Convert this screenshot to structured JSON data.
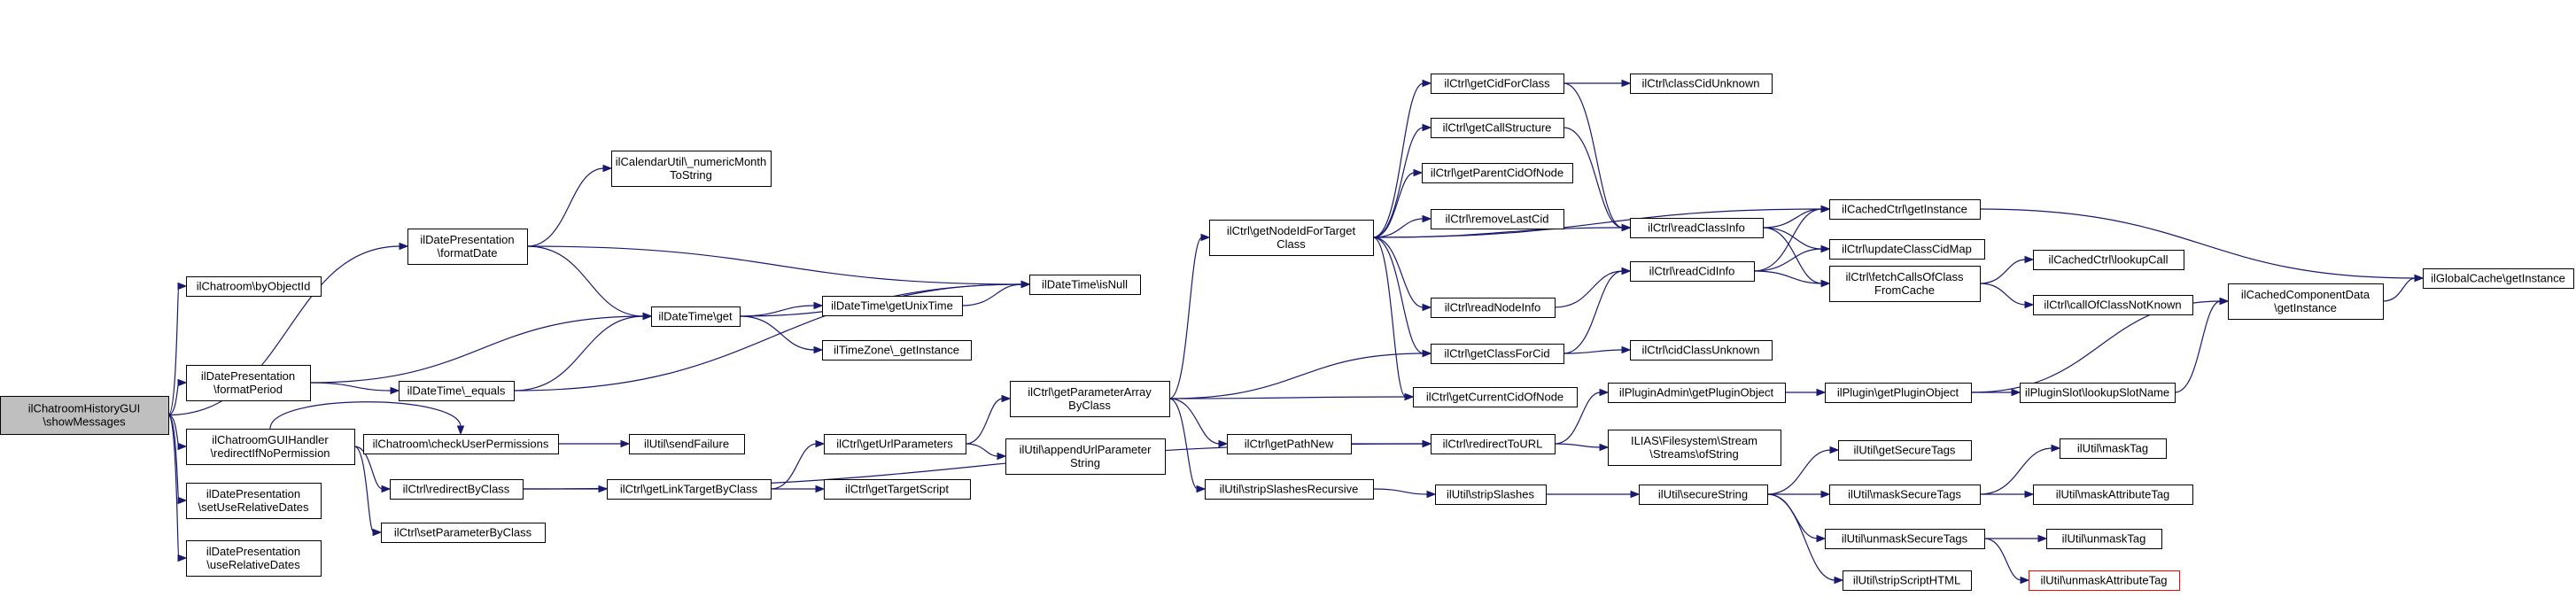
{
  "diagram": {
    "colors": {
      "edge": "#191970",
      "root_fill": "#bfbfbf",
      "node_fill": "#ffffff",
      "truncated_border": "#ff0000"
    },
    "nodes": [
      {
        "id": "root",
        "lines": [
          "ilChatroomHistoryGUI",
          "\\showMessages"
        ],
        "root": true
      },
      {
        "id": "byObjectId",
        "lines": [
          "ilChatroom\\byObjectId"
        ]
      },
      {
        "id": "formatDate",
        "lines": [
          "ilDatePresentation",
          "\\formatDate"
        ]
      },
      {
        "id": "numericMonth",
        "lines": [
          "ilCalendarUtil\\_numericMonth",
          "ToString"
        ]
      },
      {
        "id": "formatPeriod",
        "lines": [
          "ilDatePresentation",
          "\\formatPeriod"
        ]
      },
      {
        "id": "dtGet",
        "lines": [
          "ilDateTime\\get"
        ]
      },
      {
        "id": "dtEquals",
        "lines": [
          "ilDateTime\\_equals"
        ]
      },
      {
        "id": "isNull",
        "lines": [
          "ilDateTime\\isNull"
        ]
      },
      {
        "id": "getUnixTime",
        "lines": [
          "ilDateTime\\getUnixTime"
        ]
      },
      {
        "id": "tzGetInstance",
        "lines": [
          "ilTimeZone\\_getInstance"
        ]
      },
      {
        "id": "redirectIfNoPerm",
        "lines": [
          "ilChatroomGUIHandler",
          "\\redirectIfNoPermission"
        ]
      },
      {
        "id": "checkUserPerm",
        "lines": [
          "ilChatroom\\checkUserPermissions"
        ]
      },
      {
        "id": "sendFailure",
        "lines": [
          "ilUtil\\sendFailure"
        ]
      },
      {
        "id": "redirectByClass",
        "lines": [
          "ilCtrl\\redirectByClass"
        ]
      },
      {
        "id": "setParamByClass",
        "lines": [
          "ilCtrl\\setParameterByClass"
        ]
      },
      {
        "id": "setUseRelDates",
        "lines": [
          "ilDatePresentation",
          "\\setUseRelativeDates"
        ]
      },
      {
        "id": "useRelDates",
        "lines": [
          "ilDatePresentation",
          "\\useRelativeDates"
        ]
      },
      {
        "id": "getLinkTarget",
        "lines": [
          "ilCtrl\\getLinkTargetByClass"
        ]
      },
      {
        "id": "getUrlParams",
        "lines": [
          "ilCtrl\\getUrlParameters"
        ]
      },
      {
        "id": "getTargetScript",
        "lines": [
          "ilCtrl\\getTargetScript"
        ]
      },
      {
        "id": "appendUrlParam",
        "lines": [
          "ilUtil\\appendUrlParameter",
          "String"
        ]
      },
      {
        "id": "getParamArray",
        "lines": [
          "ilCtrl\\getParameterArray",
          "ByClass"
        ]
      },
      {
        "id": "getNodeId",
        "lines": [
          "ilCtrl\\getNodeIdForTarget",
          "Class"
        ]
      },
      {
        "id": "getPathNew",
        "lines": [
          "ilCtrl\\getPathNew"
        ]
      },
      {
        "id": "stripSlashesRec",
        "lines": [
          "ilUtil\\stripSlashesRecursive"
        ]
      },
      {
        "id": "stripSlashes",
        "lines": [
          "ilUtil\\stripSlashes"
        ]
      },
      {
        "id": "redirectToURL",
        "lines": [
          "ilCtrl\\redirectToURL"
        ]
      },
      {
        "id": "getCidForClass",
        "lines": [
          "ilCtrl\\getCidForClass"
        ]
      },
      {
        "id": "classCidUnknown",
        "lines": [
          "ilCtrl\\classCidUnknown"
        ]
      },
      {
        "id": "getCallStructure",
        "lines": [
          "ilCtrl\\getCallStructure"
        ]
      },
      {
        "id": "getParentCid",
        "lines": [
          "ilCtrl\\getParentCidOfNode"
        ]
      },
      {
        "id": "removeLastCid",
        "lines": [
          "ilCtrl\\removeLastCid"
        ]
      },
      {
        "id": "readNodeInfo",
        "lines": [
          "ilCtrl\\readNodeInfo"
        ]
      },
      {
        "id": "getClassForCid",
        "lines": [
          "ilCtrl\\getClassForCid"
        ]
      },
      {
        "id": "getCurrentCid",
        "lines": [
          "ilCtrl\\getCurrentCidOfNode"
        ]
      },
      {
        "id": "readClassInfo",
        "lines": [
          "ilCtrl\\readClassInfo"
        ]
      },
      {
        "id": "readCidInfo",
        "lines": [
          "ilCtrl\\readCidInfo"
        ]
      },
      {
        "id": "cidClassUnknown",
        "lines": [
          "ilCtrl\\cidClassUnknown"
        ]
      },
      {
        "id": "cachedGetInstance",
        "lines": [
          "ilCachedCtrl\\getInstance"
        ]
      },
      {
        "id": "updateClassCidMap",
        "lines": [
          "ilCtrl\\updateClassCidMap"
        ]
      },
      {
        "id": "fetchCallsOfClass",
        "lines": [
          "ilCtrl\\fetchCallsOfClass",
          "FromCache"
        ]
      },
      {
        "id": "lookupCall",
        "lines": [
          "ilCachedCtrl\\lookupCall"
        ]
      },
      {
        "id": "callOfClassNotKnown",
        "lines": [
          "ilCtrl\\callOfClassNotKnown"
        ]
      },
      {
        "id": "globalCacheGetInstance",
        "lines": [
          "ilGlobalCache\\getInstance"
        ]
      },
      {
        "id": "cachedCompGetInstance",
        "lines": [
          "ilCachedComponentData",
          "\\getInstance"
        ]
      },
      {
        "id": "getPluginObject",
        "lines": [
          "ilPluginAdmin\\getPluginObject"
        ]
      },
      {
        "id": "pluginGetPluginObject",
        "lines": [
          "ilPlugin\\getPluginObject"
        ]
      },
      {
        "id": "lookupSlotName",
        "lines": [
          "ilPluginSlot\\lookupSlotName"
        ]
      },
      {
        "id": "ofString",
        "lines": [
          "ILIAS\\Filesystem\\Stream",
          "\\Streams\\ofString"
        ]
      },
      {
        "id": "secureString",
        "lines": [
          "ilUtil\\secureString"
        ]
      },
      {
        "id": "getSecureTags",
        "lines": [
          "ilUtil\\getSecureTags"
        ]
      },
      {
        "id": "maskSecureTags",
        "lines": [
          "ilUtil\\maskSecureTags"
        ]
      },
      {
        "id": "maskTag",
        "lines": [
          "ilUtil\\maskTag"
        ]
      },
      {
        "id": "maskAttributeTag",
        "lines": [
          "ilUtil\\maskAttributeTag"
        ]
      },
      {
        "id": "unmaskSecureTags",
        "lines": [
          "ilUtil\\unmaskSecureTags"
        ]
      },
      {
        "id": "unmaskTag",
        "lines": [
          "ilUtil\\unmaskTag"
        ]
      },
      {
        "id": "unmaskAttributeTag",
        "lines": [
          "ilUtil\\unmaskAttributeTag"
        ],
        "truncated": true
      },
      {
        "id": "stripScriptHTML",
        "lines": [
          "ilUtil\\stripScriptHTML"
        ]
      }
    ],
    "edges": [
      [
        "root",
        "byObjectId"
      ],
      [
        "root",
        "formatDate"
      ],
      [
        "root",
        "formatPeriod"
      ],
      [
        "root",
        "redirectIfNoPerm"
      ],
      [
        "root",
        "setUseRelDates"
      ],
      [
        "root",
        "useRelDates"
      ],
      [
        "formatDate",
        "numericMonth"
      ],
      [
        "formatDate",
        "dtGet"
      ],
      [
        "formatDate",
        "isNull"
      ],
      [
        "formatPeriod",
        "dtGet"
      ],
      [
        "formatPeriod",
        "dtEquals"
      ],
      [
        "dtEquals",
        "dtGet"
      ],
      [
        "dtEquals",
        "isNull"
      ],
      [
        "dtGet",
        "isNull"
      ],
      [
        "dtGet",
        "getUnixTime"
      ],
      [
        "dtGet",
        "tzGetInstance"
      ],
      [
        "getUnixTime",
        "isNull"
      ],
      [
        "redirectIfNoPerm",
        "checkUserPerm"
      ],
      [
        "redirectIfNoPerm",
        "redirectByClass"
      ],
      [
        "redirectIfNoPerm",
        "setParamByClass"
      ],
      [
        "checkUserPerm",
        "sendFailure"
      ],
      [
        "redirectByClass",
        "getLinkTarget"
      ],
      [
        "redirectByClass",
        "redirectToURL"
      ],
      [
        "getLinkTarget",
        "getUrlParams"
      ],
      [
        "getLinkTarget",
        "getTargetScript"
      ],
      [
        "getUrlParams",
        "getParamArray"
      ],
      [
        "getUrlParams",
        "appendUrlParam"
      ],
      [
        "getParamArray",
        "getNodeId"
      ],
      [
        "getParamArray",
        "getClassForCid"
      ],
      [
        "getParamArray",
        "getCurrentCid"
      ],
      [
        "getParamArray",
        "getPathNew"
      ],
      [
        "getParamArray",
        "stripSlashesRec"
      ],
      [
        "getPathNew",
        "redirectToURL"
      ],
      [
        "stripSlashesRec",
        "stripSlashes"
      ],
      [
        "stripSlashes",
        "secureString"
      ],
      [
        "getNodeId",
        "getCidForClass"
      ],
      [
        "getNodeId",
        "getCallStructure"
      ],
      [
        "getNodeId",
        "getParentCid"
      ],
      [
        "getNodeId",
        "removeLastCid"
      ],
      [
        "getNodeId",
        "readClassInfo"
      ],
      [
        "getNodeId",
        "readNodeInfo"
      ],
      [
        "getNodeId",
        "getClassForCid"
      ],
      [
        "getNodeId",
        "getCurrentCid"
      ],
      [
        "getNodeId",
        "cachedGetInstance"
      ],
      [
        "getCidForClass",
        "classCidUnknown"
      ],
      [
        "getCidForClass",
        "readClassInfo"
      ],
      [
        "getCallStructure",
        "readClassInfo"
      ],
      [
        "readNodeInfo",
        "readCidInfo"
      ],
      [
        "getClassForCid",
        "readCidInfo"
      ],
      [
        "getClassForCid",
        "cidClassUnknown"
      ],
      [
        "readClassInfo",
        "cachedGetInstance"
      ],
      [
        "readClassInfo",
        "updateClassCidMap"
      ],
      [
        "readClassInfo",
        "fetchCallsOfClass"
      ],
      [
        "readCidInfo",
        "cachedGetInstance"
      ],
      [
        "readCidInfo",
        "updateClassCidMap"
      ],
      [
        "readCidInfo",
        "fetchCallsOfClass"
      ],
      [
        "fetchCallsOfClass",
        "lookupCall"
      ],
      [
        "fetchCallsOfClass",
        "callOfClassNotKnown"
      ],
      [
        "cachedGetInstance",
        "globalCacheGetInstance"
      ],
      [
        "cachedCompGetInstance",
        "globalCacheGetInstance"
      ],
      [
        "redirectToURL",
        "getPluginObject"
      ],
      [
        "redirectToURL",
        "ofString"
      ],
      [
        "getPluginObject",
        "pluginGetPluginObject"
      ],
      [
        "pluginGetPluginObject",
        "lookupSlotName"
      ],
      [
        "pluginGetPluginObject",
        "cachedCompGetInstance"
      ],
      [
        "lookupSlotName",
        "cachedCompGetInstance"
      ],
      [
        "secureString",
        "getSecureTags"
      ],
      [
        "secureString",
        "maskSecureTags"
      ],
      [
        "secureString",
        "unmaskSecureTags"
      ],
      [
        "secureString",
        "stripScriptHTML"
      ],
      [
        "maskSecureTags",
        "maskTag"
      ],
      [
        "maskSecureTags",
        "maskAttributeTag"
      ],
      [
        "unmaskSecureTags",
        "unmaskTag"
      ],
      [
        "unmaskSecureTags",
        "unmaskAttributeTag"
      ]
    ]
  }
}
